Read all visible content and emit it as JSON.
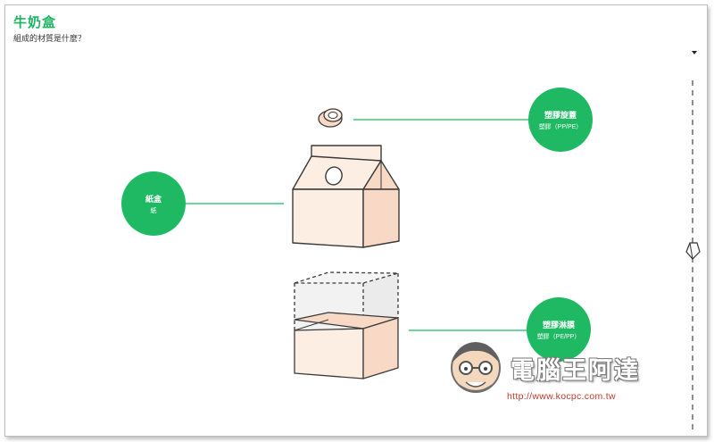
{
  "header": {
    "title": "牛奶盒",
    "subtitle": "組成的材質是什麼？"
  },
  "parts": [
    {
      "name": "塑膠旋蓋",
      "material": "塑膠（PP/PE）"
    },
    {
      "name": "紙盒",
      "material": "紙"
    },
    {
      "name": "塑膠淋膜",
      "material": "塑膠（PE/PP）"
    }
  ],
  "watermark": {
    "text": "電腦王阿達",
    "url": "http://www.kocpc.com.tw"
  },
  "colors": {
    "accent": "#1fb964",
    "box_fill": "#fdeee4",
    "box_side": "#f8d9c5",
    "outline": "#3a3a3a"
  }
}
